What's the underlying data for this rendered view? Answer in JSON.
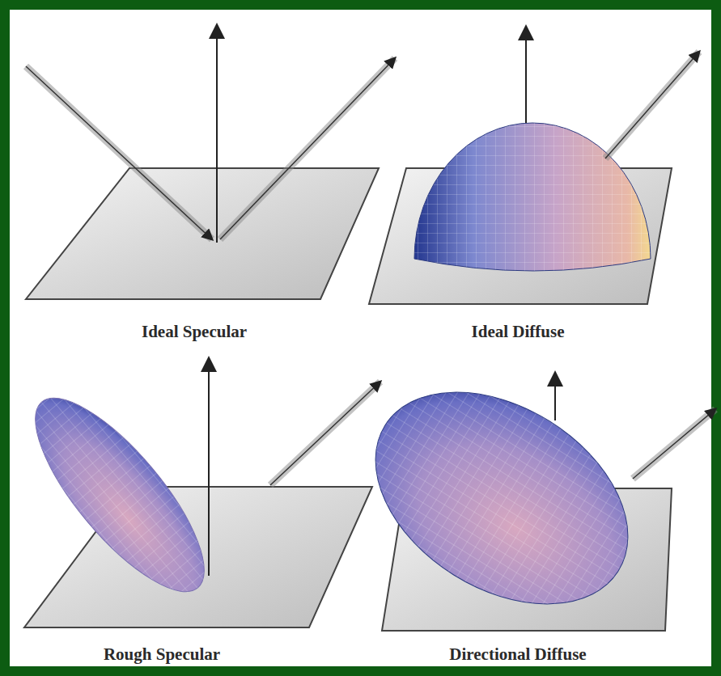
{
  "diagram": {
    "labels": [
      "Ideal Specular",
      "Ideal Diffuse",
      "Rough Specular",
      "Directional Diffuse"
    ]
  }
}
